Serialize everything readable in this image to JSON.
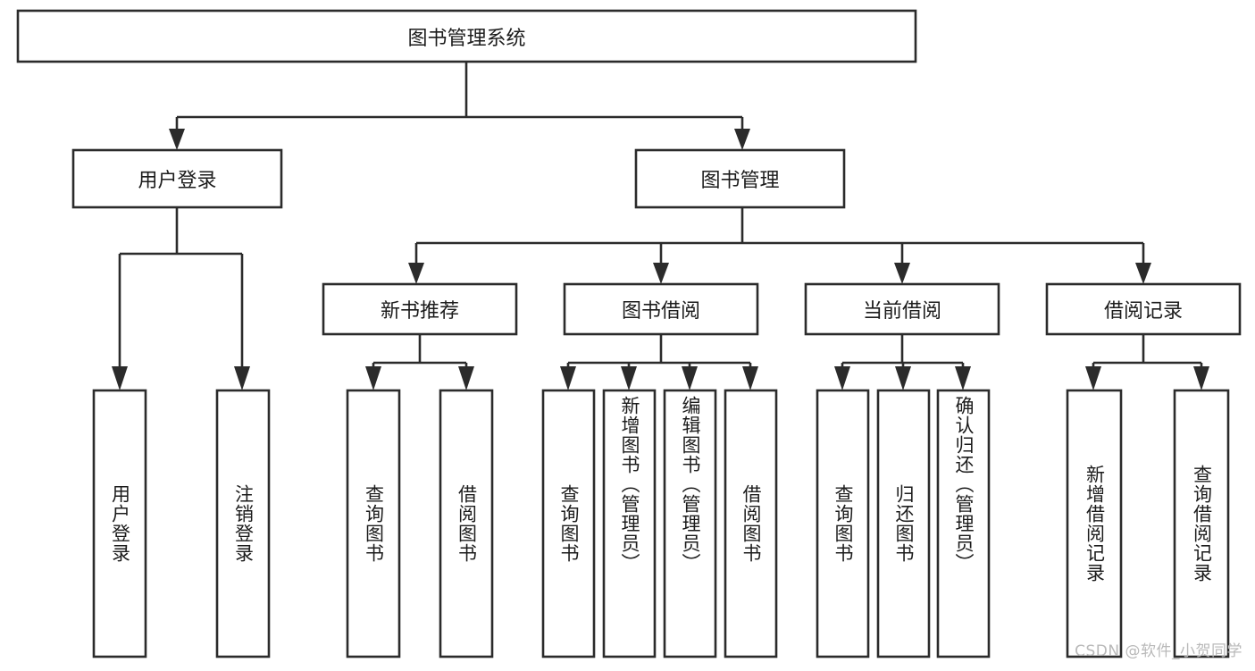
{
  "diagram": {
    "type": "tree",
    "title": "图书管理系统",
    "root": {
      "id": "root",
      "label": "图书管理系统",
      "orientation": "horizontal"
    },
    "level2": [
      {
        "id": "user-login",
        "label": "用户登录",
        "orientation": "horizontal"
      },
      {
        "id": "book-manage",
        "label": "图书管理",
        "orientation": "horizontal"
      }
    ],
    "level3": [
      {
        "id": "new-book-recommend",
        "label": "新书推荐",
        "orientation": "horizontal",
        "parent": "book-manage"
      },
      {
        "id": "book-borrow",
        "label": "图书借阅",
        "orientation": "horizontal",
        "parent": "book-manage"
      },
      {
        "id": "current-borrow",
        "label": "当前借阅",
        "orientation": "horizontal",
        "parent": "book-manage"
      },
      {
        "id": "borrow-record",
        "label": "借阅记录",
        "orientation": "horizontal",
        "parent": "book-manage"
      }
    ],
    "leaves": [
      {
        "id": "leaf-user-login",
        "label": "用户登录",
        "orientation": "vertical",
        "parent": "user-login"
      },
      {
        "id": "leaf-user-logout",
        "label": "注销登录",
        "orientation": "vertical",
        "parent": "user-login"
      },
      {
        "id": "leaf-query-book-1",
        "label": "查询图书",
        "orientation": "vertical",
        "parent": "new-book-recommend"
      },
      {
        "id": "leaf-borrow-book-1",
        "label": "借阅图书",
        "orientation": "vertical",
        "parent": "new-book-recommend"
      },
      {
        "id": "leaf-query-book-2",
        "label": "查询图书",
        "orientation": "vertical",
        "parent": "book-borrow"
      },
      {
        "id": "leaf-add-book",
        "label": "新增图书（管理员）",
        "orientation": "vertical",
        "parent": "book-borrow"
      },
      {
        "id": "leaf-edit-book",
        "label": "编辑图书（管理员）",
        "orientation": "vertical",
        "parent": "book-borrow"
      },
      {
        "id": "leaf-borrow-book-2",
        "label": "借阅图书",
        "orientation": "vertical",
        "parent": "book-borrow"
      },
      {
        "id": "leaf-query-book-3",
        "label": "查询图书",
        "orientation": "vertical",
        "parent": "current-borrow"
      },
      {
        "id": "leaf-return-book",
        "label": "归还图书",
        "orientation": "vertical",
        "parent": "current-borrow"
      },
      {
        "id": "leaf-confirm-return",
        "label": "确认归还（管理员）",
        "orientation": "vertical",
        "parent": "current-borrow"
      },
      {
        "id": "leaf-add-record",
        "label": "新增借阅记录",
        "orientation": "vertical",
        "parent": "borrow-record"
      },
      {
        "id": "leaf-query-record",
        "label": "查询借阅记录",
        "orientation": "vertical",
        "parent": "borrow-record"
      }
    ]
  },
  "watermark": {
    "text": "CSDN @软件_小贺同学"
  },
  "colors": {
    "box_stroke": "#2b2b2b",
    "box_fill": "#ffffff",
    "text": "#1c1c1c",
    "watermark": "#b9b9b9",
    "background": "#ffffff"
  }
}
